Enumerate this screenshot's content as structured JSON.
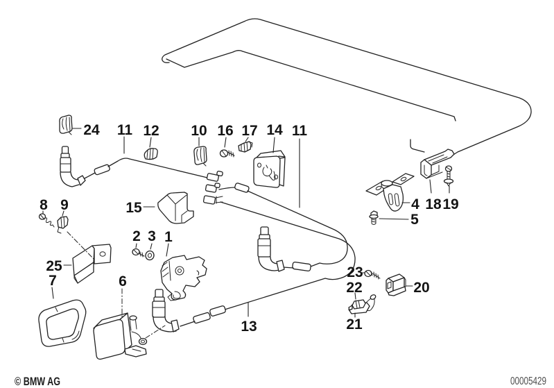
{
  "labels": {
    "p1": "1",
    "p2": "2",
    "p3": "3",
    "p4": "4",
    "p5": "5",
    "p6": "6",
    "p7": "7",
    "p8": "8",
    "p9": "9",
    "p10": "10",
    "p11": "11",
    "p12": "12",
    "p13": "13",
    "p14": "14",
    "p15": "15",
    "p16": "16",
    "p17": "17",
    "p18": "18",
    "p19": "19",
    "p20": "20",
    "p21": "21",
    "p22": "22",
    "p23": "23",
    "p24": "24",
    "p25": "25"
  },
  "footer": {
    "copyright": "© BMW AG",
    "image_number": "00005429"
  }
}
